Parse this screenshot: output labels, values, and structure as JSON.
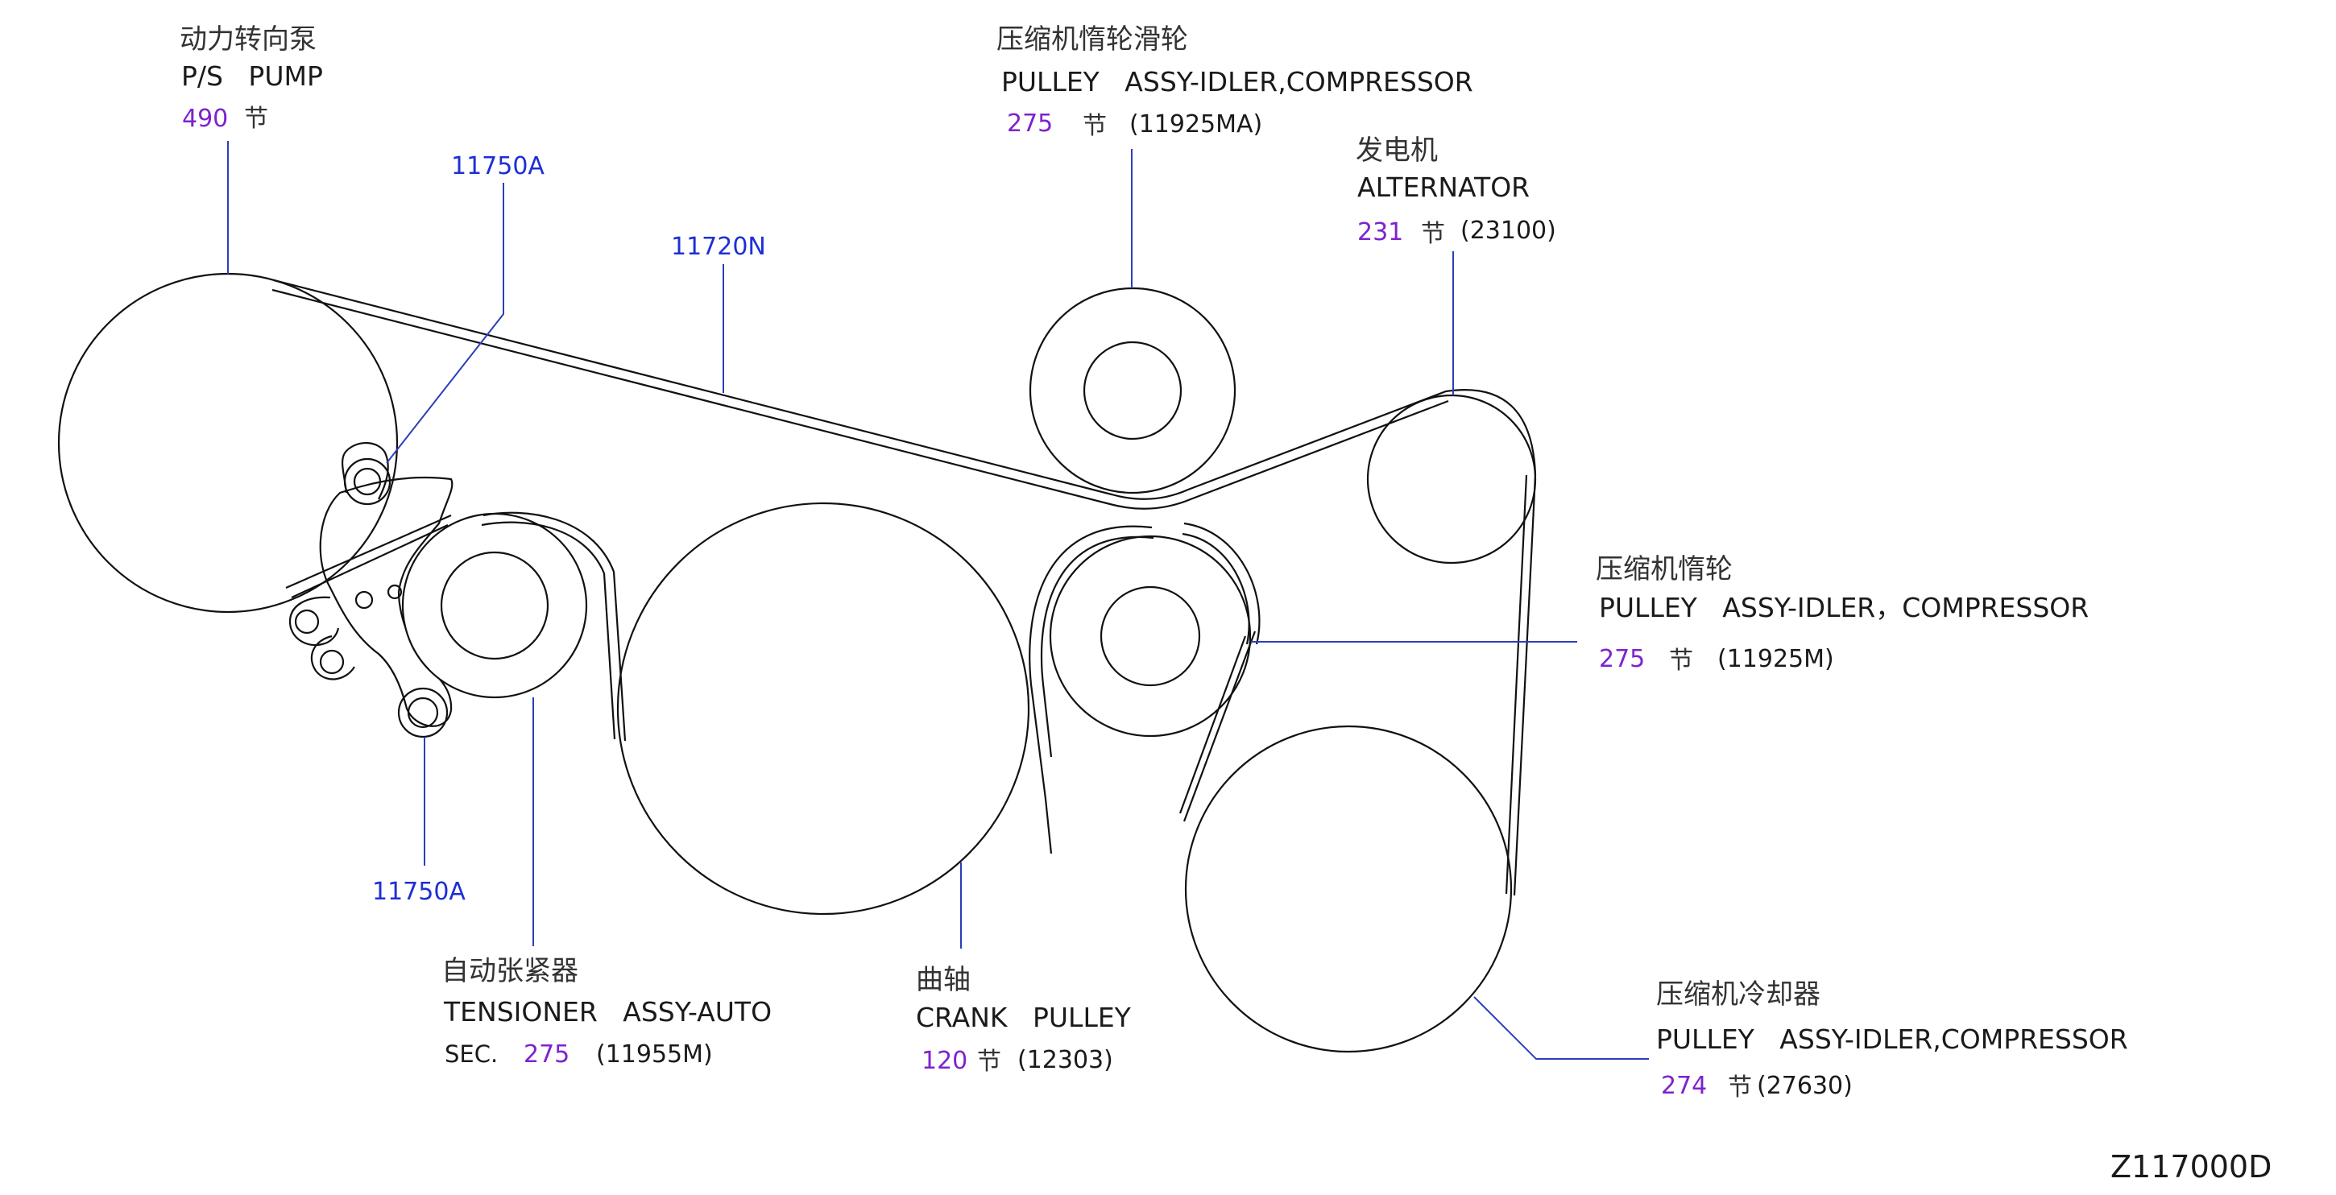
{
  "diagram_code": "Z117000D",
  "callouts": {
    "ps_pump": {
      "cn": "动力转向泵",
      "en": "P/S   PUMP",
      "sec": "490",
      "sec_cn": "节"
    },
    "compressor_idler_top": {
      "cn": "压缩机惰轮滑轮",
      "en": "PULLEY   ASSY-IDLER,COMPRESSOR",
      "sec": "275",
      "sec_cn": "节",
      "part": "(11925MA)"
    },
    "alternator": {
      "cn": "发电机",
      "en": "ALTERNATOR",
      "sec": "231",
      "sec_cn": "节",
      "part": "(23100)"
    },
    "compressor_idler_mid": {
      "cn": "压缩机惰轮",
      "en": "PULLEY   ASSY-IDLER，COMPRESSOR",
      "sec": "275",
      "sec_cn": "节",
      "part": "(11925M)"
    },
    "tensioner": {
      "cn": "自动张紧器",
      "en": "TENSIONER   ASSY-AUTO",
      "sec_prefix": "SEC.",
      "sec": "275",
      "part": "(11955M)"
    },
    "crank": {
      "cn": "曲轴",
      "en": "CRANK   PULLEY",
      "sec": "120",
      "sec_cn": "节",
      "part": "(12303)"
    },
    "compressor_cooler": {
      "cn": "压缩机冷却器",
      "en": "PULLEY   ASSY-IDLER,COMPRESSOR",
      "sec": "274",
      "sec_cn": "节",
      "part": "(27630)"
    }
  },
  "part_numbers": {
    "bolt_upper": "11750A",
    "belt": "11720N",
    "bolt_lower": "11750A"
  }
}
